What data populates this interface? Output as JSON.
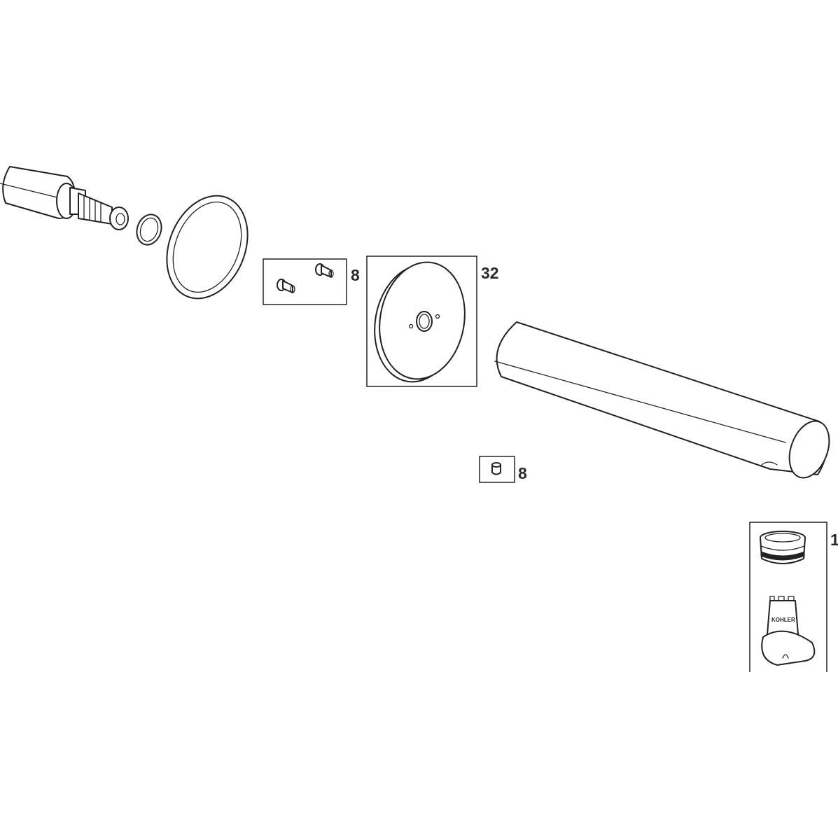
{
  "diagram": {
    "parts": [
      {
        "name": "valve-cartridge"
      },
      {
        "name": "o-ring"
      },
      {
        "name": "retaining-ring"
      },
      {
        "name": "screws"
      },
      {
        "name": "escutcheon-plate"
      },
      {
        "name": "spout"
      },
      {
        "name": "set-screw"
      },
      {
        "name": "aerator-and-key"
      }
    ],
    "callouts": {
      "screws_qty": "8",
      "plate_qty": "32",
      "set_screw_qty": "8",
      "aerator_qty": "1"
    },
    "key_logo_text": "KOHLER"
  }
}
